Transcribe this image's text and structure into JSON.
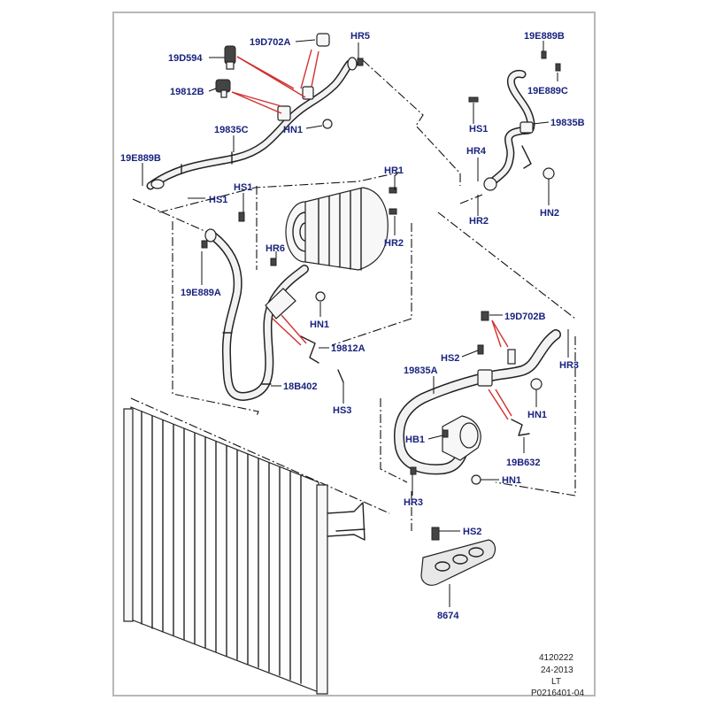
{
  "callouts": {
    "c19D594": "19D594",
    "c19D702A": "19D702A",
    "cHR5": "HR5",
    "c19812B": "19812B",
    "c19835C": "19835C",
    "cHN1_top": "HN1",
    "c19E889B_left": "19E889B",
    "cHS1_a": "HS1",
    "cHS1_b": "HS1",
    "c19E889B_right": "19E889B",
    "c19E889C": "19E889C",
    "cHS1_right": "HS1",
    "c19835B": "19835B",
    "cHR4": "HR4",
    "cHR2_right": "HR2",
    "cHN2": "HN2",
    "cHR1": "HR1",
    "cHR2_mid": "HR2",
    "cHR6": "HR6",
    "c19E889A": "19E889A",
    "cHN1_mid": "HN1",
    "c19812A": "19812A",
    "c18B402": "18B402",
    "cHS3": "HS3",
    "c19D702B": "19D702B",
    "cHS2_mid": "HS2",
    "c19835A": "19835A",
    "cHR3_right": "HR3",
    "cHN1_right": "HN1",
    "cHB1": "HB1",
    "c19B632": "19B632",
    "cHN1_bottom": "HN1",
    "cHR3_bottom": "HR3",
    "cHS2_bottom": "HS2",
    "c8674": "8674"
  },
  "info_block": {
    "line1": "4120222",
    "line2": "24-2013",
    "line3": "LT",
    "line4": "P0216401-04"
  }
}
